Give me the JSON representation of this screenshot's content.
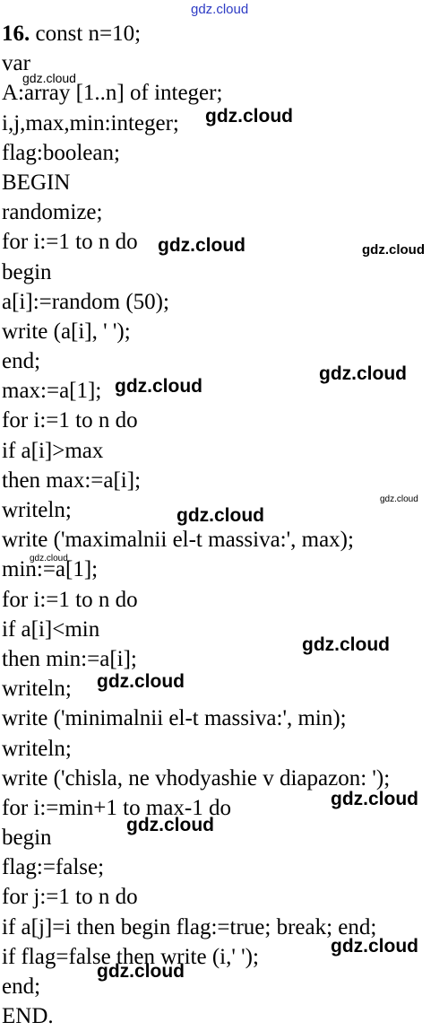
{
  "problem_number": "16.",
  "code_lines": [
    " const n=10;",
    "var",
    "A:array [1..n] of integer;",
    "i,j,max,min:integer;",
    "flag:boolean;",
    "BEGIN",
    "randomize;",
    "for i:=1 to n do",
    "begin",
    "a[i]:=random (50);",
    "write (a[i], ' ');",
    "end;",
    "max:=a[1];",
    "for i:=1 to n do",
    "if a[i]>max",
    "then max:=a[i];",
    "writeln;",
    "write ('maximalnii el-t massiva:', max);",
    "min:=a[1];",
    "for i:=1 to n do",
    "if a[i]<min",
    "then min:=a[i];",
    "writeln;",
    "write ('minimalnii el-t massiva:', min);",
    "writeln;",
    "write ('chisla, ne vhodyashie v diapazon: ');",
    "for i:=min+1 to max-1 do",
    "begin",
    "flag:=false;",
    "for j:=1 to n do",
    "if a[j]=i then begin flag:=true; break; end;",
    "if flag=false then write (i,' ');",
    "end;",
    "END."
  ],
  "watermark_text": "gdz.cloud",
  "watermark_color": "#2d3bc4"
}
